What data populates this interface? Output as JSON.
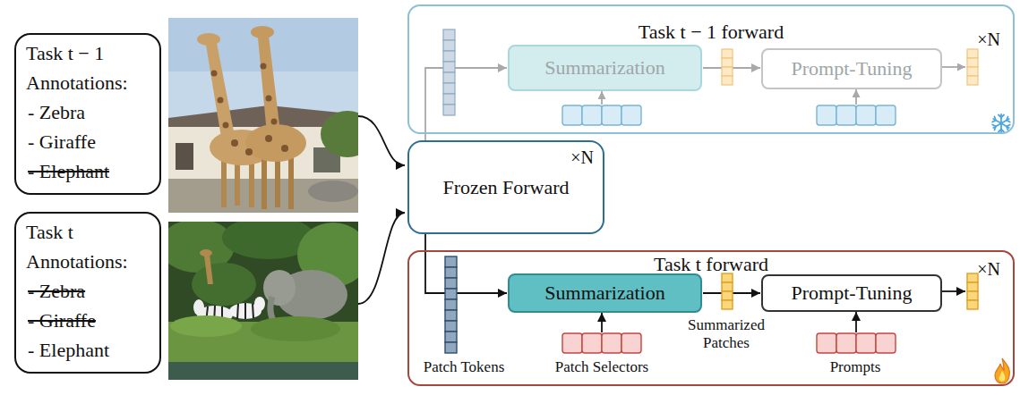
{
  "diagram": {
    "nodes": [
      {
        "text": [
          "Task t − 1 Annotations:",
          "- Zebra",
          "- Giraffe",
          "- Elephant"
        ]
      },
      {
        "text": [
          "Task t Annotations:",
          "- Zebra",
          "- Giraffe",
          "- Elephant"
        ]
      },
      {
        "text": [
          "Task t − 1 forward",
          "×N"
        ]
      },
      {
        "text": [
          "Summarization"
        ],
        "in": 2
      },
      {
        "text": [
          "Prompt-Tuning"
        ],
        "in": 2
      },
      {
        "text": [
          "Frozen Forward",
          "×N"
        ]
      },
      {
        "text": [
          "Task t forward",
          "×N"
        ]
      },
      {
        "text": [
          "Summarization"
        ],
        "in": 6
      },
      {
        "text": [
          "Prompt-Tuning"
        ],
        "in": 6
      }
    ],
    "edges": [
      {
        "from": 5,
        "to": 3,
        "arrow": "to"
      },
      {
        "from": 3,
        "to": 4,
        "arrow": "to"
      },
      {
        "from": 5,
        "to": 7,
        "arrow": "to"
      },
      {
        "from": 7,
        "to": 8,
        "arrow": "to"
      }
    ],
    "labels": [
      "Patch Tokens",
      "Patch Selectors",
      "Summarized Patches",
      "Prompts"
    ]
  }
}
